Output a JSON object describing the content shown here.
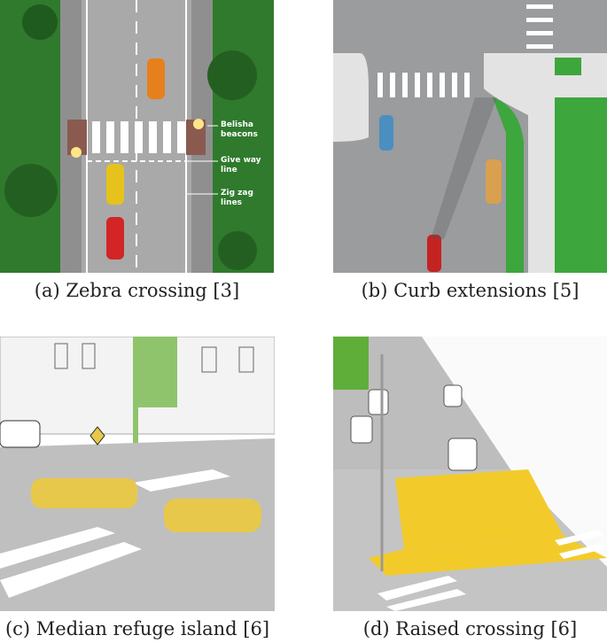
{
  "figures": [
    {
      "caption": "(a) Zebra crossing [3]",
      "annotations": [
        "Belisha beacons",
        "Give way line",
        "Zig zag lines"
      ]
    },
    {
      "caption": "(b) Curb extensions [5]"
    },
    {
      "caption": "(c) Median refuge island [6]"
    },
    {
      "caption": "(d) Raised crossing [6]"
    }
  ]
}
